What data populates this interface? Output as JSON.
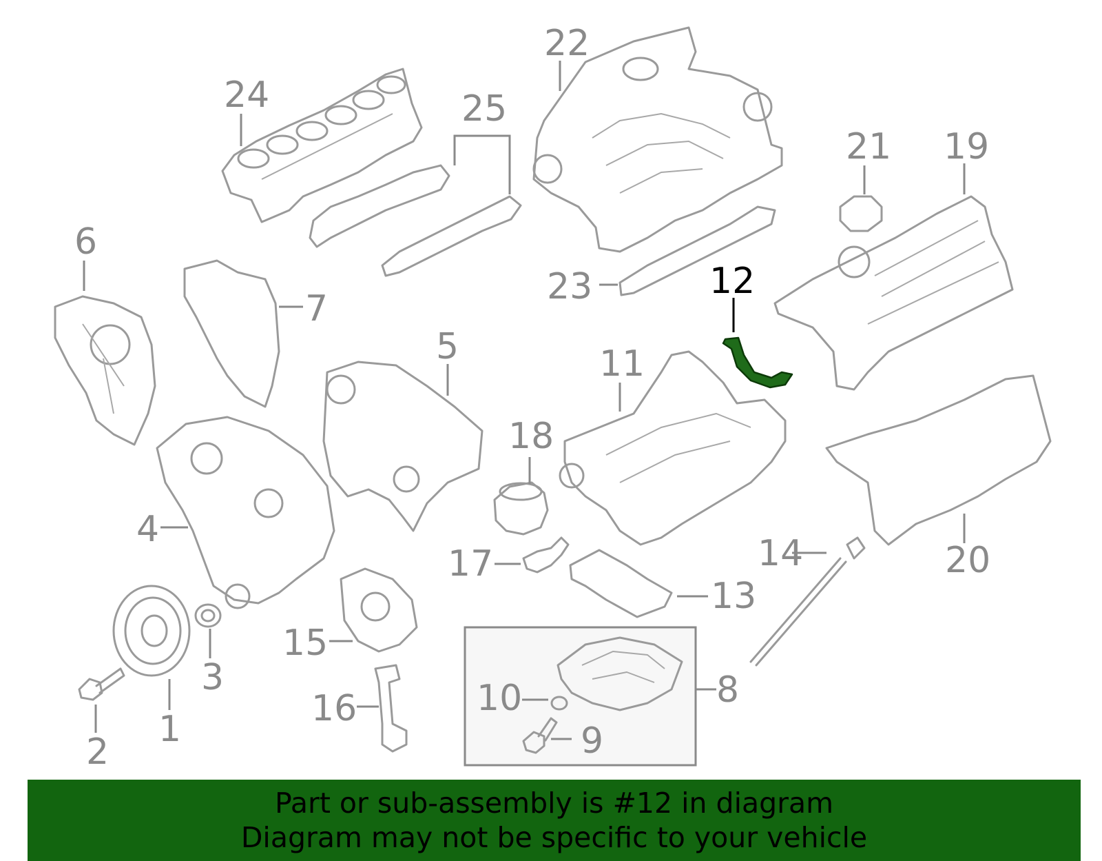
{
  "callouts": [
    {
      "id": "1",
      "label": "1"
    },
    {
      "id": "2",
      "label": "2"
    },
    {
      "id": "3",
      "label": "3"
    },
    {
      "id": "4",
      "label": "4"
    },
    {
      "id": "5",
      "label": "5"
    },
    {
      "id": "6",
      "label": "6"
    },
    {
      "id": "7",
      "label": "7"
    },
    {
      "id": "8",
      "label": "8"
    },
    {
      "id": "9",
      "label": "9"
    },
    {
      "id": "10",
      "label": "10"
    },
    {
      "id": "11",
      "label": "11"
    },
    {
      "id": "12",
      "label": "12"
    },
    {
      "id": "13",
      "label": "13"
    },
    {
      "id": "14",
      "label": "14"
    },
    {
      "id": "15",
      "label": "15"
    },
    {
      "id": "16",
      "label": "16"
    },
    {
      "id": "17",
      "label": "17"
    },
    {
      "id": "18",
      "label": "18"
    },
    {
      "id": "19",
      "label": "19"
    },
    {
      "id": "20",
      "label": "20"
    },
    {
      "id": "21",
      "label": "21"
    },
    {
      "id": "22",
      "label": "22"
    },
    {
      "id": "23",
      "label": "23"
    },
    {
      "id": "24",
      "label": "24"
    },
    {
      "id": "25",
      "label": "25"
    }
  ],
  "highlight": {
    "part": "12",
    "color": "#1f6b1a"
  },
  "colors": {
    "banner": "#12650f",
    "line": "#9a9a9a",
    "text": "#8a8a8a"
  },
  "banner": {
    "line1": "Part or sub-assembly is #12 in diagram",
    "line2": "Diagram may not be specific to your vehicle"
  }
}
